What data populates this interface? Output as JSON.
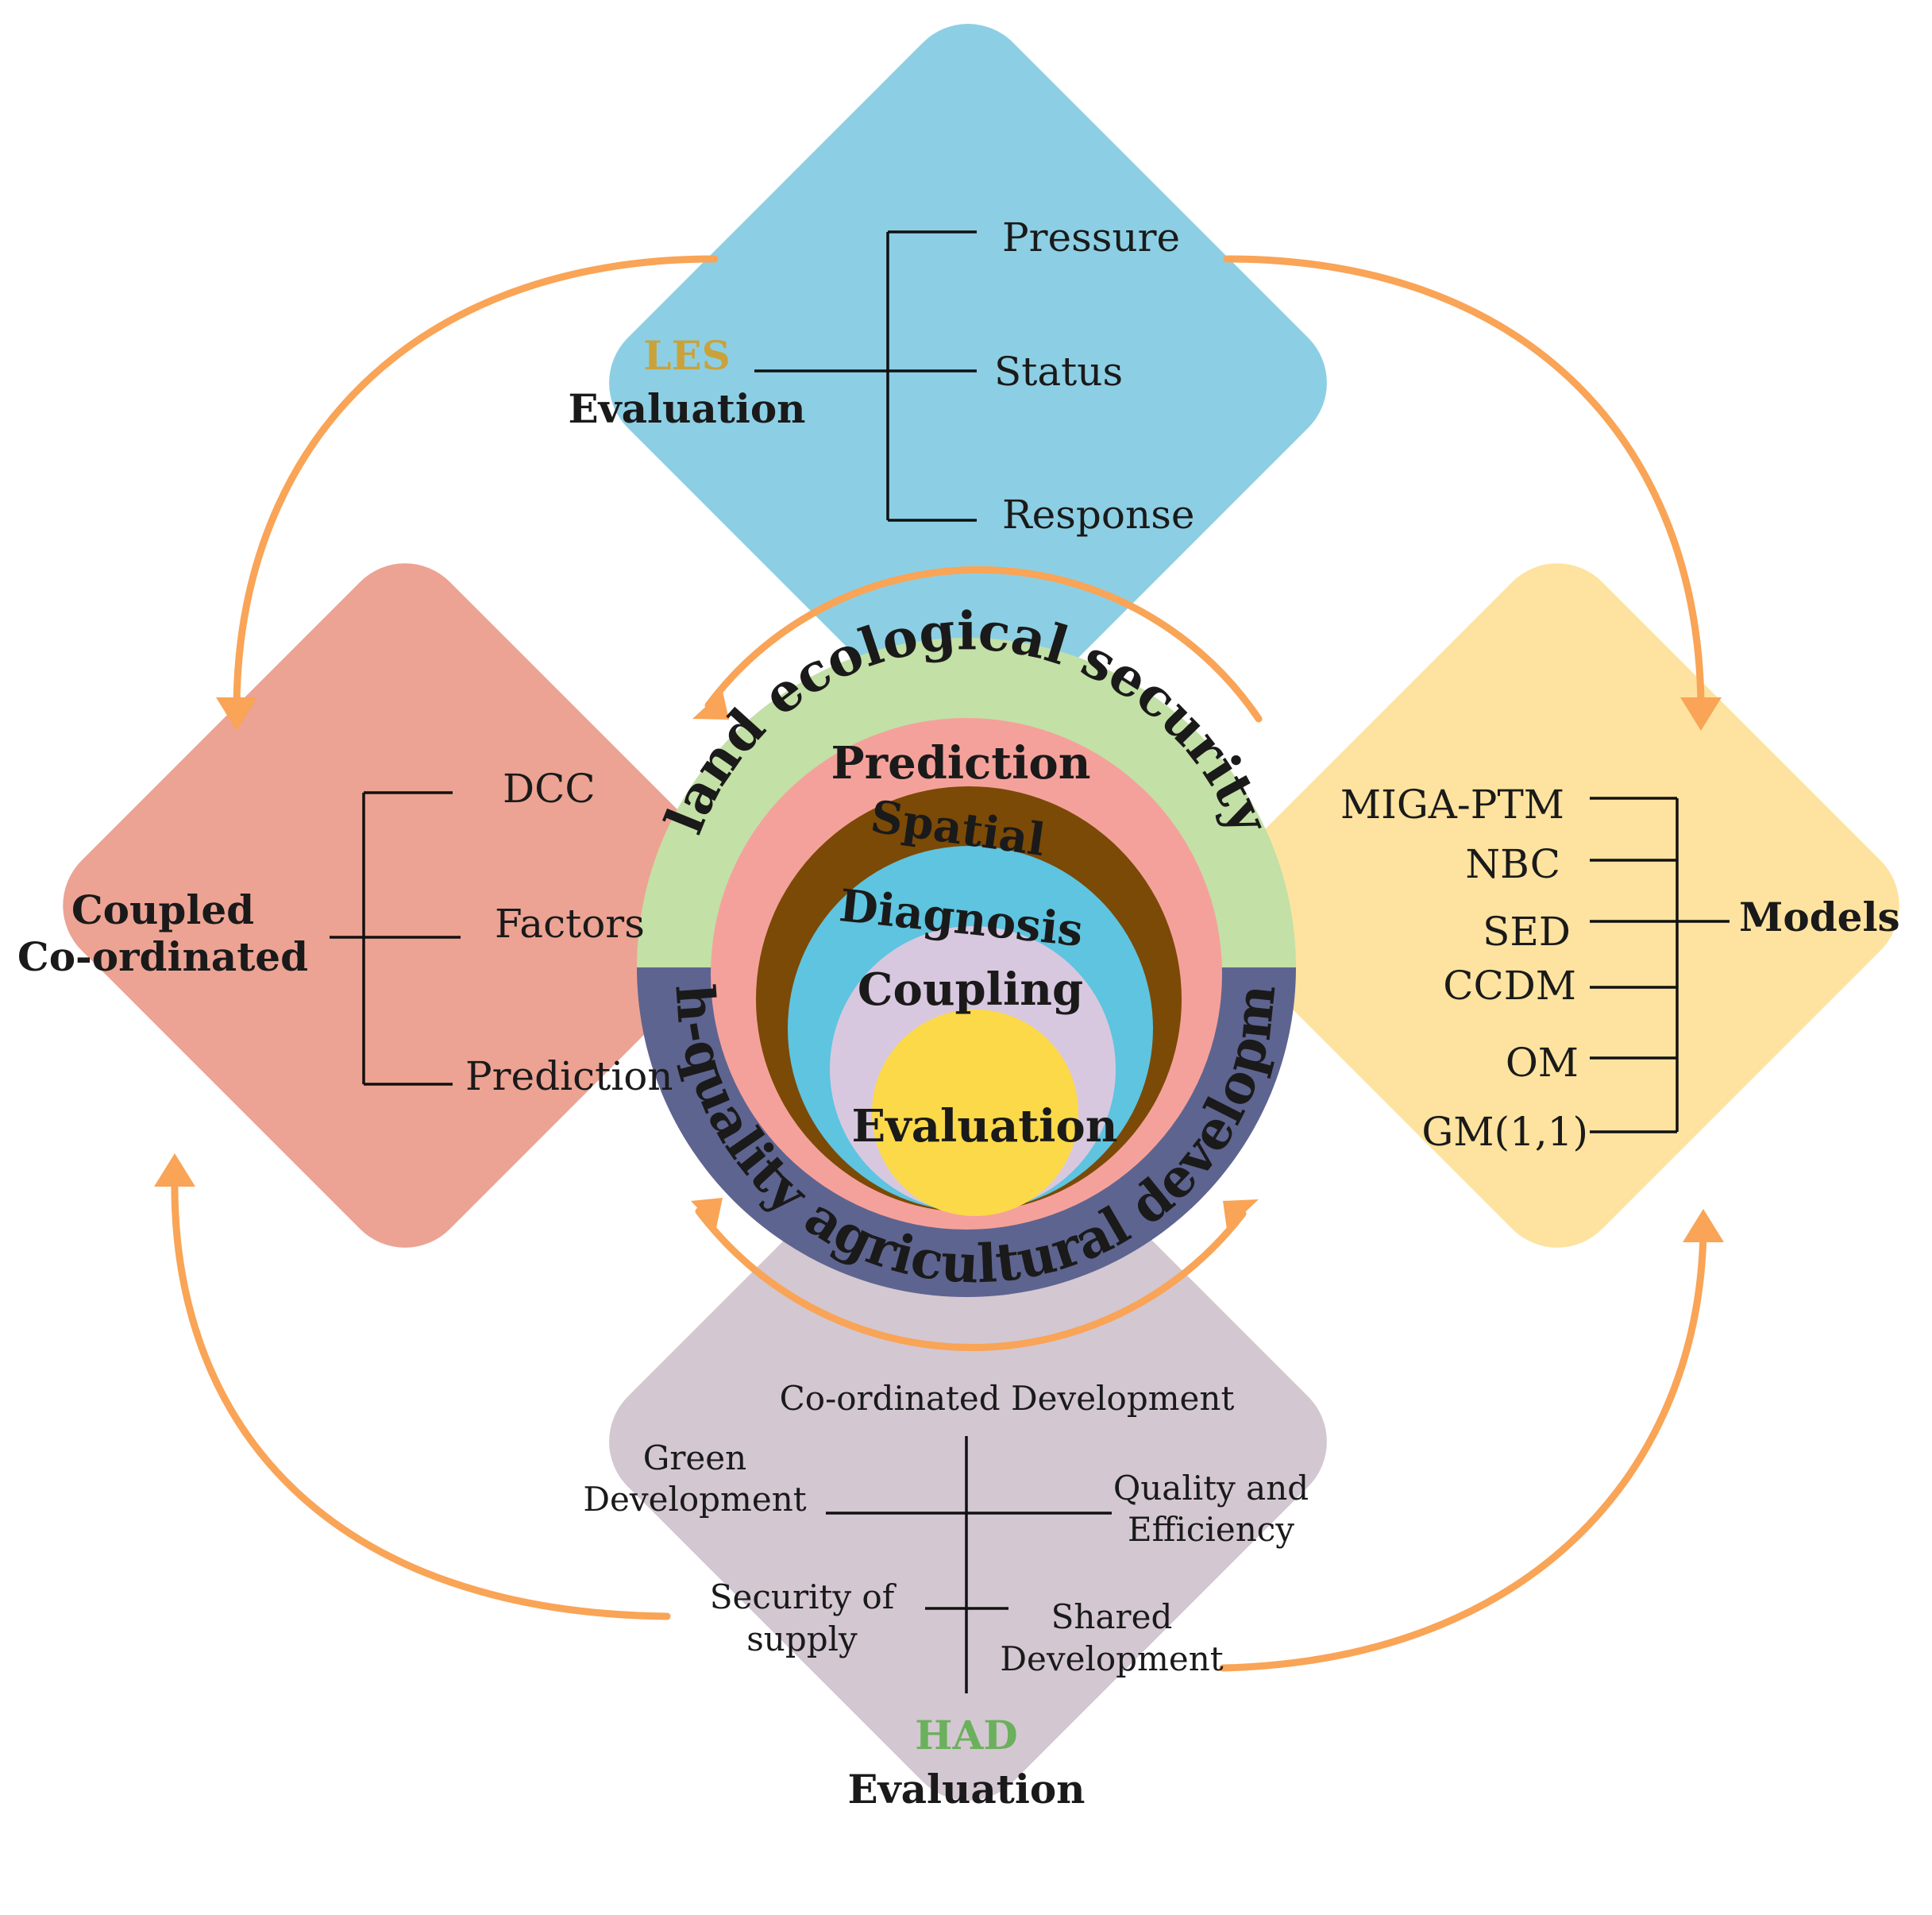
{
  "colors": {
    "top_panel": "#8ccfe4",
    "left_panel": "#eca393",
    "right_panel": "#fde39f",
    "bottom_panel": "#d3c7d1",
    "ring_les": "#c3e0a6",
    "ring_had": "#5e6490",
    "prediction_circle": "#f5a19b",
    "spatial_circle": "#7b4a06",
    "diagnosis_circle": "#5ec4e0",
    "coupling_circle": "#d8c8df",
    "evaluation_circle": "#fcd949",
    "arrow": "#f9a456",
    "les_accent": "#caa23a",
    "had_accent": "#6bb05c"
  },
  "top_panel": {
    "acronym": "LES",
    "heading": "Evaluation",
    "items": [
      "Pressure",
      "Status",
      "Response"
    ]
  },
  "left_panel": {
    "heading_line1": "Coupled",
    "heading_line2": "Co-ordinated",
    "items": [
      "DCC",
      "Factors",
      "Prediction"
    ]
  },
  "right_panel": {
    "heading": "Models",
    "items": [
      "MIGA-PTM",
      "NBC",
      "SED",
      "CCDM",
      "OM",
      "GM(1,1)"
    ]
  },
  "bottom_panel": {
    "acronym": "HAD",
    "heading": "Evaluation",
    "top_item": "Co-ordinated Development",
    "left_item_line1": "Green",
    "left_item_line2": "Development",
    "right_item_line1": "Quality and",
    "right_item_line2": "Efficiency",
    "lower_left_line1": "Security of",
    "lower_left_line2": "supply",
    "lower_right_line1": "Shared",
    "lower_right_line2": "Development"
  },
  "center": {
    "outer_top": "land ecological security",
    "outer_bottom": "high-quality agricultural development",
    "layers": [
      "Prediction",
      "Spatial",
      "Diagnosis",
      "Coupling",
      "Evaluation"
    ]
  }
}
